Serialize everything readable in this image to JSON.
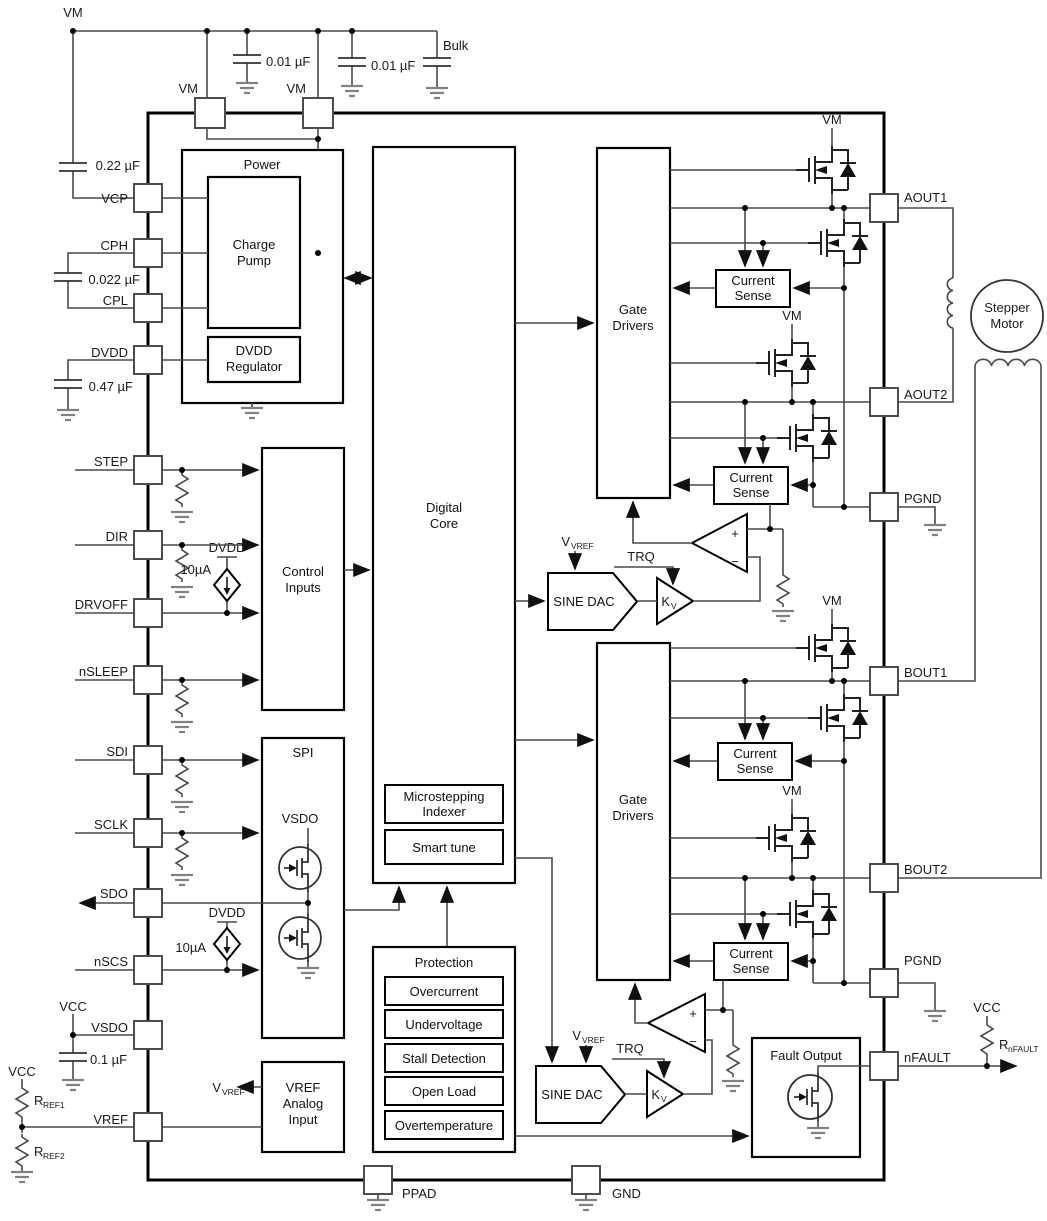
{
  "pins": {
    "vm": "VM",
    "vcp": "VCP",
    "cph": "CPH",
    "cpl": "CPL",
    "dvdd": "DVDD",
    "step": "STEP",
    "dir": "DIR",
    "drvoff": "DRVOFF",
    "nsleep": "nSLEEP",
    "sdi": "SDI",
    "sclk": "SCLK",
    "sdo": "SDO",
    "nscs": "nSCS",
    "vsdo": "VSDO",
    "vref": "VREF",
    "ppad": "PPAD",
    "gnd": "GND",
    "aout1": "AOUT1",
    "aout2": "AOUT2",
    "pgnd": "PGND",
    "bout1": "BOUT1",
    "bout2": "BOUT2",
    "nfault": "nFAULT"
  },
  "supplies": {
    "vm": "VM",
    "vcc": "VCC",
    "dvdd": "DVDD"
  },
  "passives": {
    "cap_bulk": "Bulk",
    "cap_001": "0.01 µF",
    "cap_022": "0.22 µF",
    "cap_0022": "0.022 µF",
    "cap_047": "0.47 µF",
    "cap_01": "0.1 µF",
    "i_bias": "10µA"
  },
  "blocks": {
    "power": "Power",
    "charge_pump_l1": "Charge",
    "charge_pump_l2": "Pump",
    "dvdd_reg_l1": "DVDD",
    "dvdd_reg_l2": "Regulator",
    "control_l1": "Control",
    "control_l2": "Inputs",
    "spi": "SPI",
    "digital_l1": "Digital",
    "digital_l2": "Core",
    "microstep_l1": "Microstepping",
    "microstep_l2": "Indexer",
    "smart_tune": "Smart tune",
    "protection": "Protection",
    "overcurrent": "Overcurrent",
    "undervoltage": "Undervoltage",
    "stall_detection": "Stall Detection",
    "open_load": "Open Load",
    "overtemperature": "Overtemperature",
    "gate_l1": "Gate",
    "gate_l2": "Drivers",
    "current_l1": "Current",
    "current_l2": "Sense",
    "sine_dac": "SINE DAC",
    "fault_output": "Fault Output",
    "vref_l1": "VREF",
    "vref_l2": "Analog",
    "vref_l3": "Input",
    "motor_l1": "Stepper",
    "motor_l2": "Motor"
  },
  "signals": {
    "trq": "TRQ",
    "v_base": "V",
    "vref_sub": "VREF",
    "k_base": "K",
    "k_sub": "V",
    "r_base": "R",
    "rref1_sub": "REF1",
    "rref2_sub": "REF2",
    "rnfault_sub": "nFAULT",
    "plus": "+",
    "minus": "−"
  }
}
